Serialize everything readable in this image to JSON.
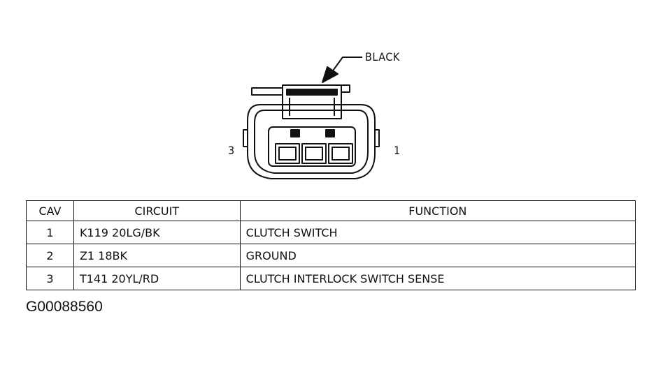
{
  "connector": {
    "color_label": "BLACK",
    "cavity_left_label": "3",
    "cavity_right_label": "1"
  },
  "table": {
    "headers": {
      "cav": "CAV",
      "circuit": "CIRCUIT",
      "function": "FUNCTION"
    },
    "rows": [
      {
        "cav": "1",
        "circuit": "K119 20LG/BK",
        "function": "CLUTCH SWITCH"
      },
      {
        "cav": "2",
        "circuit": "Z1 18BK",
        "function": "GROUND"
      },
      {
        "cav": "3",
        "circuit": "T141 20YL/RD",
        "function": "CLUTCH INTERLOCK SWITCH SENSE"
      }
    ]
  },
  "figure_id": "G00088560"
}
